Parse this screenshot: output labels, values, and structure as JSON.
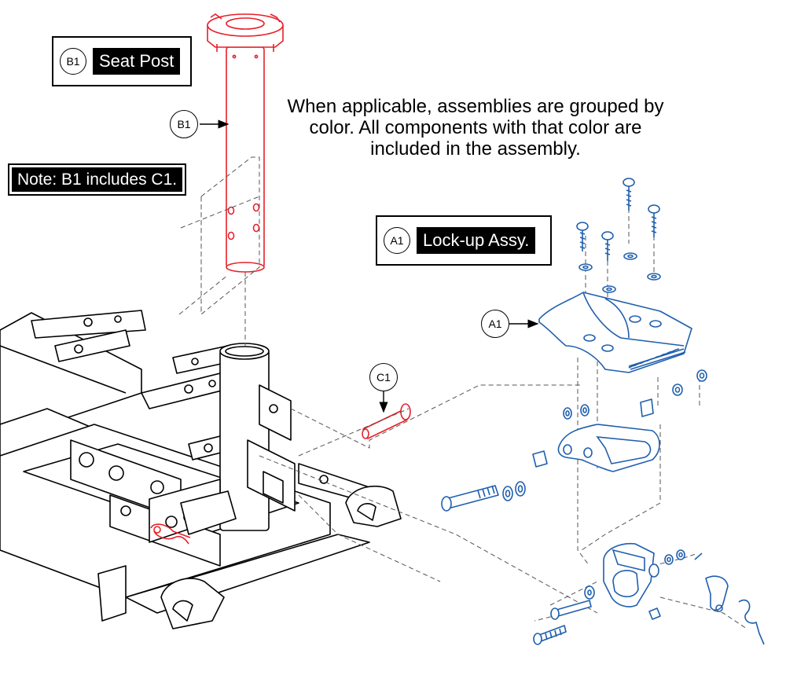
{
  "callouts": {
    "seat_post": {
      "id": "B1",
      "label": "Seat Post"
    },
    "lockup": {
      "id": "A1",
      "label": "Lock-up Assy."
    }
  },
  "note": "Note: B1 includes C1.",
  "info_text": "When applicable, assemblies are grouped by color. All components with that color are included in the assembly.",
  "tags": {
    "b1": "B1",
    "a1": "A1",
    "c1": "C1"
  },
  "colors": {
    "seat_post_assembly": "#e8202a",
    "lockup_assembly": "#1f5fae",
    "line": "#000000"
  }
}
